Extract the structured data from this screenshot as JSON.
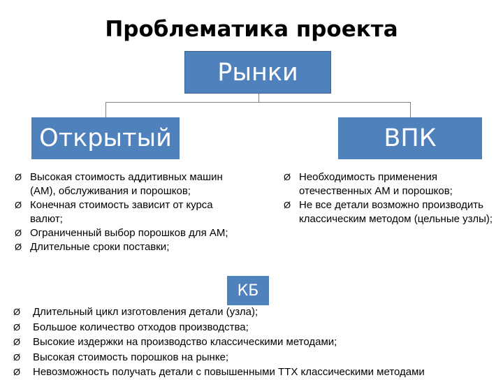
{
  "title": "Проблематика проекта",
  "root": {
    "label": "Рынки"
  },
  "branches": {
    "open": {
      "label": "Открытый",
      "items": [
        "Высокая стоимость аддитивных машин (АМ), обслуживания и порошков;",
        "Конечная стоимость зависит от курса валют;",
        "Ограниченный выбор порошков для АМ;",
        "Длительные сроки поставки;"
      ]
    },
    "vpk": {
      "label": "ВПК",
      "items": [
        "Необходимость применения отечественных АМ и порошков;",
        "Не все детали возможно производить классическим методом (цельные узлы);"
      ]
    },
    "kb": {
      "label": "КБ",
      "items": [
        "Длительный цикл изготовления детали (узла);",
        "Большое количество отходов производства;",
        "Высокие издержки на производство классическими методами;",
        "Высокая стоимость порошков на рынке;",
        "Невозможность получать детали с повышенными ТТХ классическими методами"
      ]
    }
  },
  "bullet_symbol": "Ø",
  "colors": {
    "box_fill": "#4f81bd",
    "box_text": "#ffffff",
    "connector": "#7f7f7f"
  }
}
